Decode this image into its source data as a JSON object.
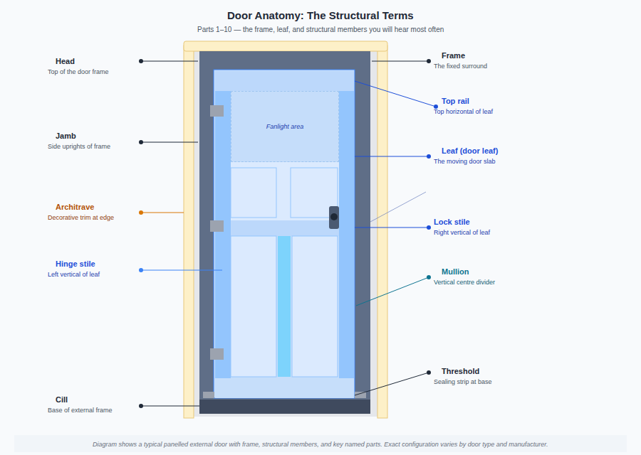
{
  "diagram": {
    "title": "Door Anatomy: The Structural Terms",
    "caption": "Diagram shows a typical panelled external door with frame, structural members, and key named parts. Exact configuration varies by door type and manufacturer.",
    "nodes": [
      {
        "text": [
          "Fanlight area"
        ]
      }
    ],
    "labels": [
      "Parts 1–10 — the frame, leaf, and structural members you will hear most often",
      "Head",
      "Top of the door frame",
      "Frame",
      "The fixed surround",
      "Top rail",
      "Top horizontal of leaf",
      "Leaf (door leaf)",
      "The moving door slab",
      "Jamb",
      "Side uprights of frame",
      "Architrave",
      "Decorative trim at edge",
      "Lock stile",
      "Right vertical of leaf",
      "Hinge stile",
      "Left vertical of leaf",
      "Mullion",
      "Vertical centre divider",
      "Threshold",
      "Sealing strip at base",
      "Cill",
      "Base of external frame"
    ]
  }
}
